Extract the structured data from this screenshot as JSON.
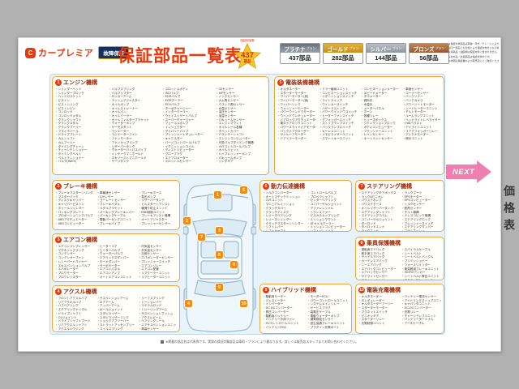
{
  "page": {
    "brand": {
      "name": "カープレミア",
      "badge": "故障保証"
    },
    "title": "保証部品一覧表",
    "star": {
      "note": "保証部品数",
      "count": "437",
      "unit": "部品"
    },
    "plans": [
      {
        "name": "プラチナ",
        "suffix": "プラン",
        "count": "437部品",
        "color": "#6a707b"
      },
      {
        "name": "ゴールド",
        "suffix": "プラン",
        "count": "282部品",
        "color": "#c78f15"
      },
      {
        "name": "シルバー",
        "suffix": "プラン",
        "count": "144部品",
        "color": "#8f969e"
      },
      {
        "name": "ブロンズ",
        "suffix": "プラン",
        "count": "56部品",
        "color": "#96592f"
      }
    ],
    "header_notes": [
      "※保証対象部品は車種・年式・グレードにより一部異なる場合があります。",
      "※同一部品でも仕様により保証対象外となる場合があります。",
      "※消耗品・油脂類は保証対象に含まれません。",
      "※社外品・改造部品は保証対象外です。",
      "※詳細は保証書および販売店にてご確認ください。"
    ],
    "next_label": "NEXT",
    "side_tab": "価格表",
    "footer_note": "※掲載の部品名は代表例です。実際の保証対象部品は車両・プランにより異なります。詳しくは販売店スタッフまでお問い合わせください。",
    "sections": [
      {
        "num": "1",
        "title": "エンジン機構",
        "items": [
          "シリンダーヘッド",
          "シリンダーブロック",
          "ヘッドガスケット",
          "ピストン",
          "ピストンリング",
          "ピストンピン",
          "コンロッド",
          "コンロッドメタル",
          "クランクシャフト",
          "クランクメタル",
          "クランクプーリー",
          "フライホイール",
          "ドライブプレート",
          "カムシャフト",
          "カムプーリー",
          "タイミングチェーン",
          "チェーンテンショナー",
          "タイミングベルト",
          "ベルトテンショナー",
          "バルブ(IN/EX)",
          "バルブスプリング",
          "バルブリフター",
          "ロッカーアーム",
          "ラッシュアジャスター",
          "オイルポンプ",
          "オイルストレーナー",
          "オイルパン",
          "オイルクーラー",
          "オイルフィルターブラケット",
          "ウォーターポンプ",
          "サーモスタット",
          "ラジエーター",
          "ラジエーターファン",
          "ファンモーター",
          "ファンカップリング",
          "リザーバータンク",
          "ウォーターバイパスパイプ",
          "インテークマニホールド",
          "エキゾーストマニホールド",
          "サージタンク",
          "スロットルボディ",
          "ISCバルブ",
          "EGRバルブ",
          "EGRクーラー",
          "PCVバルブ",
          "ターボチャージャー",
          "インタークーラー",
          "ウェイストゲートバルブ",
          "スーパーチャージャー",
          "フューエルポンプ",
          "インジェクター",
          "デリバリーパイプ",
          "プレッシャーレギュレーター",
          "キャニスター",
          "パージコントロールバルブ",
          "イグニッションコイル",
          "ディストリビューター",
          "グロープラグ",
          "エアフロメーター",
          "スロットルセンサー",
          "O2センサー",
          "A/Fセンサー",
          "ノックセンサー",
          "カム角センサー",
          "クランク角センサー",
          "水温センサー",
          "油圧センサー",
          "油温センサー",
          "バキュームセンサー",
          "エンジンマウント",
          "オイルシール各種",
          "タペットカバー",
          "バランサーシャフト",
          "エンジンコンピューター",
          "可変バルブタイミング機構",
          "VVTコントロールバルブ",
          "オイルジェット",
          "ハイプレッシャーポンプ",
          "バキュームポンプ",
          "リングギア"
        ]
      },
      {
        "num": "2",
        "title": "ブレーキ機構",
        "items": [
          "ブレーキマスターシリンダー",
          "マスターバック",
          "ディスクキャリパー",
          "キャリパーピストン",
          "ホイールシリンダー",
          "バッキングプレート",
          "プロポーショニングバルブ",
          "ABSアクチュエーター",
          "ABSコンピューター",
          "車輪速センサー",
          "Gセンサー",
          "ヨーレートセンサー",
          "ブレーキペダル",
          "ペダルブラケット",
          "パーキングブレーキレバー",
          "パーキングケーブル",
          "電動パーキングユニット",
          "ブレーキパイプ",
          "ブレーキホース",
          "負圧ポンプ",
          "リザーバータンク",
          "ヒルスタートアシスト",
          "横滑り防止ユニット",
          "EBD制御ユニット",
          "ブレーキアシスト機構",
          "オートアジャスター",
          "プレッシャーセンサー"
        ]
      },
      {
        "num": "3",
        "title": "エアコン機構",
        "items": [
          "エアコンコンプレッサー",
          "マグネットクラッチ",
          "コンデンサー",
          "コンデンサーファン",
          "レシーバードライヤー",
          "エキスパンションバルブ",
          "エバポレーター",
          "ブロワモーター",
          "ブロワレジスター",
          "ヒーターコア",
          "ヒーターバルブ",
          "ウォーターバルブ",
          "エアミックスダンパー",
          "モードダンパー",
          "サーボモーター",
          "エアコンパネル",
          "エアコンアンプ",
          "オートエアコンユニット",
          "内気温センサー",
          "外気温センサー",
          "日射センサー",
          "エバポレーターセンサー",
          "プレッシャースイッチ",
          "エアコンリレー",
          "エアコン配管",
          "リアクーラーユニット",
          "リアヒーターユニット"
        ]
      },
      {
        "num": "4",
        "title": "アクスル機構",
        "items": [
          "フロントアクスルハブ",
          "リアアクスルハブ",
          "ハブベアリング",
          "ステアリングナックル",
          "ドライブシャフト",
          "CVジョイント",
          "ドライブシャフトブーツ",
          "リアアクスルシャフト",
          "アクスルハウジング",
          "サスペンションアーム",
          "ロアアーム",
          "アッパーアーム",
          "ボールジョイント",
          "スタビライザー",
          "スタビライザーリンク",
          "ショックアブソーバー",
          "ストラットアッセンブリー",
          "コイルスプリング",
          "リーフスプリング",
          "トーションバー",
          "ラテラルロッド",
          "トレーリングアーム",
          "サスペンションブッシュ",
          "アクスルビーム",
          "ベアリングシール",
          "エアサスペンションユニット",
          "車高センサー"
        ]
      },
      {
        "num": "5",
        "title": "電装装備機構",
        "items": [
          "オルタネーター",
          "スターターモーター",
          "ワイパーモーター(前)",
          "ワイパーモーター(後)",
          "ワイパーリンク",
          "ウォッシャーモーター",
          "パワーウインドウモーター",
          "ウインドウレギュレーター",
          "ドアロックアクチュエーター",
          "集中ドアロックユニット",
          "パワースライドドアモーター",
          "バックドアクローザー",
          "サンルーフモーター",
          "ドアミラーモーター",
          "ミラー格納ユニット",
          "コンビネーションスイッチ",
          "イグニッションスイッチ",
          "ライトスイッチ",
          "ウインカースイッチ",
          "ハザードスイッチ",
          "パワーウインドウスイッチ",
          "ヒーターファンスイッチ",
          "デフォッガースイッチ",
          "ストップランプスイッチ",
          "バックランプスイッチ",
          "キーレスユニット",
          "イモビライザーユニット",
          "スマートキーユニット",
          "コンビネーションメーター",
          "スピードメーター",
          "タコメーター",
          "燃料計",
          "水温計",
          "メーターパネル",
          "ホーン",
          "各種リレー",
          "ヒューズボックス",
          "ジャンクションブロック",
          "ボディコンピューター",
          "フラッシャーユニット",
          "レインセンサー",
          "オートライトセンサー",
          "車速センサー",
          "コーナーセンサー",
          "バックソナー",
          "バックカメラ",
          "パワーシートモーター",
          "シートヒーターユニット",
          "チルトモーター",
          "ルームランプユニット",
          "ヘッドライトレベライザー",
          "HIDバラスト",
          "デイライトユニット",
          "リアデフォッガーリレー",
          "アンテナモーター",
          "時計ユニット"
        ]
      },
      {
        "num": "6",
        "title": "動力伝達機構",
        "items": [
          "トルクコンバーター",
          "オートマチックミッション",
          "CVTユニット",
          "マニュアルミッション",
          "クラッチカバー",
          "クラッチディスク",
          "レリーズベアリング",
          "レリーズシリンダー",
          "クラッチマスターシリンダー",
          "シフトレバー",
          "シフトケーブル",
          "コントロールバルブ",
          "プロペラシャフト",
          "センターベアリング",
          "ユニバーサルジョイント",
          "デファレンシャル",
          "トランスファー",
          "ビスカスカップリング",
          "ミッションマウント",
          "ATオイルクーラー",
          "ミッションコンピューター",
          "シフトソレノイド"
        ]
      },
      {
        "num": "7",
        "title": "ステアリング機構",
        "items": [
          "ステアリングギアボックス",
          "ラック&ピニオン",
          "パワステポンプ",
          "パワステホース",
          "オイルリザーバータンク",
          "ステアリングシャフト",
          "ステアリングコラム",
          "ユニバーサルジョイント",
          "タイロッド",
          "タイロッドエンド",
          "ラックエンド",
          "ラックブーツ",
          "EPSモーター",
          "EPSコンピューター",
          "トルクセンサー",
          "舵角センサー",
          "チルト機構",
          "テレスコピック機構",
          "ステアリングロック",
          "プレッシャースイッチ",
          "ステアリングダンパー",
          "コラムブッシュ"
        ]
      },
      {
        "num": "8",
        "title": "乗員保護機構",
        "items": [
          "運転席エアバッグ",
          "助手席エアバッグ",
          "サイドエアバッグ",
          "カーテンエアバッグ",
          "ニーエアバッグ",
          "エアバッグコンピューター",
          "エアバッグセンサー",
          "サテライトセンサー",
          "クラッシュセンサー",
          "スパイラルケーブル",
          "シートベルト",
          "シートベルトバックル",
          "プリテンショナー",
          "フォースリミッター",
          "衝突軽減ブレーキユニット",
          "ISOFIXアンカー",
          "シートベルト警告ユニット",
          "アクティブヘッドレスト"
        ]
      },
      {
        "num": "9",
        "title": "ハイブリッド機構",
        "items": [
          "駆動用モーター",
          "ジェネレーター",
          "インバーター",
          "DC-DCコンバーター",
          "昇圧コンバーター",
          "駆動用バッテリー",
          "バッテリー冷却ファン",
          "HVコントロールユニット",
          "バッテリーECU",
          "モーターECU",
          "パワーコントロールユニット",
          "システムメインリレー",
          "サービスプラグ",
          "高電圧ケーブル",
          "電動ウォーターポンプ",
          "漏電検知センサー",
          "回生協調ブレーキユニット",
          "プラグイン充電ポート"
        ]
      },
      {
        "num": "10",
        "title": "電装充電機構",
        "items": [
          "オルタネーター",
          "ICレギュレーター",
          "オルタネータープーリー",
          "スターターモーター",
          "マグネットスイッチ",
          "ピニオンギア",
          "スターターリレー",
          "充電制御ユニット",
          "バッテリー電流センサー",
          "アイドリングストップユニット",
          "キャパシタユニット",
          "DC-DCコンバーター",
          "充電リレー",
          "チャージランプユニット",
          "バッテリーターミナル",
          "アースケーブル"
        ]
      }
    ]
  }
}
